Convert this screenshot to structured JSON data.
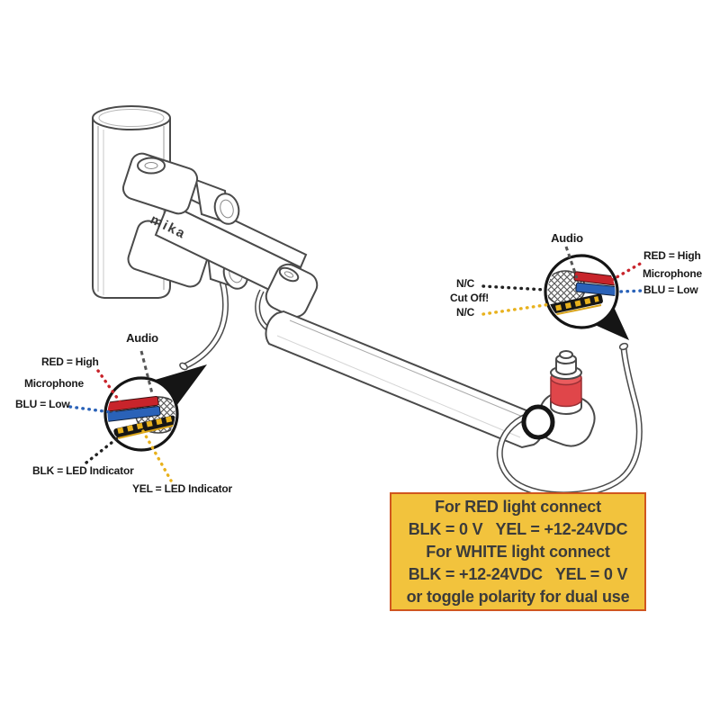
{
  "figure": {
    "brand_label": "mika",
    "left_callout": {
      "audio": "Audio",
      "red_high": "RED = High",
      "microphone": "Microphone",
      "blu_low": "BLU = Low",
      "blk_led": "BLK = LED Indicator",
      "yel_led": "YEL = LED Indicator"
    },
    "right_callout": {
      "audio": "Audio",
      "red_high": "RED = High",
      "microphone": "Microphone",
      "blu_low": "BLU = Low",
      "nc_top": "N/C",
      "cut_off": "Cut Off!",
      "nc_bottom": "N/C"
    },
    "note_box": {
      "lines": [
        "For RED light connect",
        "BLK = 0 V   YEL = +12-24VDC",
        "For WHITE light connect",
        "BLK = +12-24VDC   YEL = 0 V",
        "or toggle polarity for dual use"
      ]
    },
    "colors": {
      "wire_red": "#c8242b",
      "wire_blue": "#2a62b8",
      "wire_yellow": "#e8b11c",
      "wire_black": "#161616",
      "note_bg": "#f2c33d",
      "note_border": "#d0561f",
      "cap_red": "#e0464a",
      "outline": "#4a4a4a"
    }
  }
}
